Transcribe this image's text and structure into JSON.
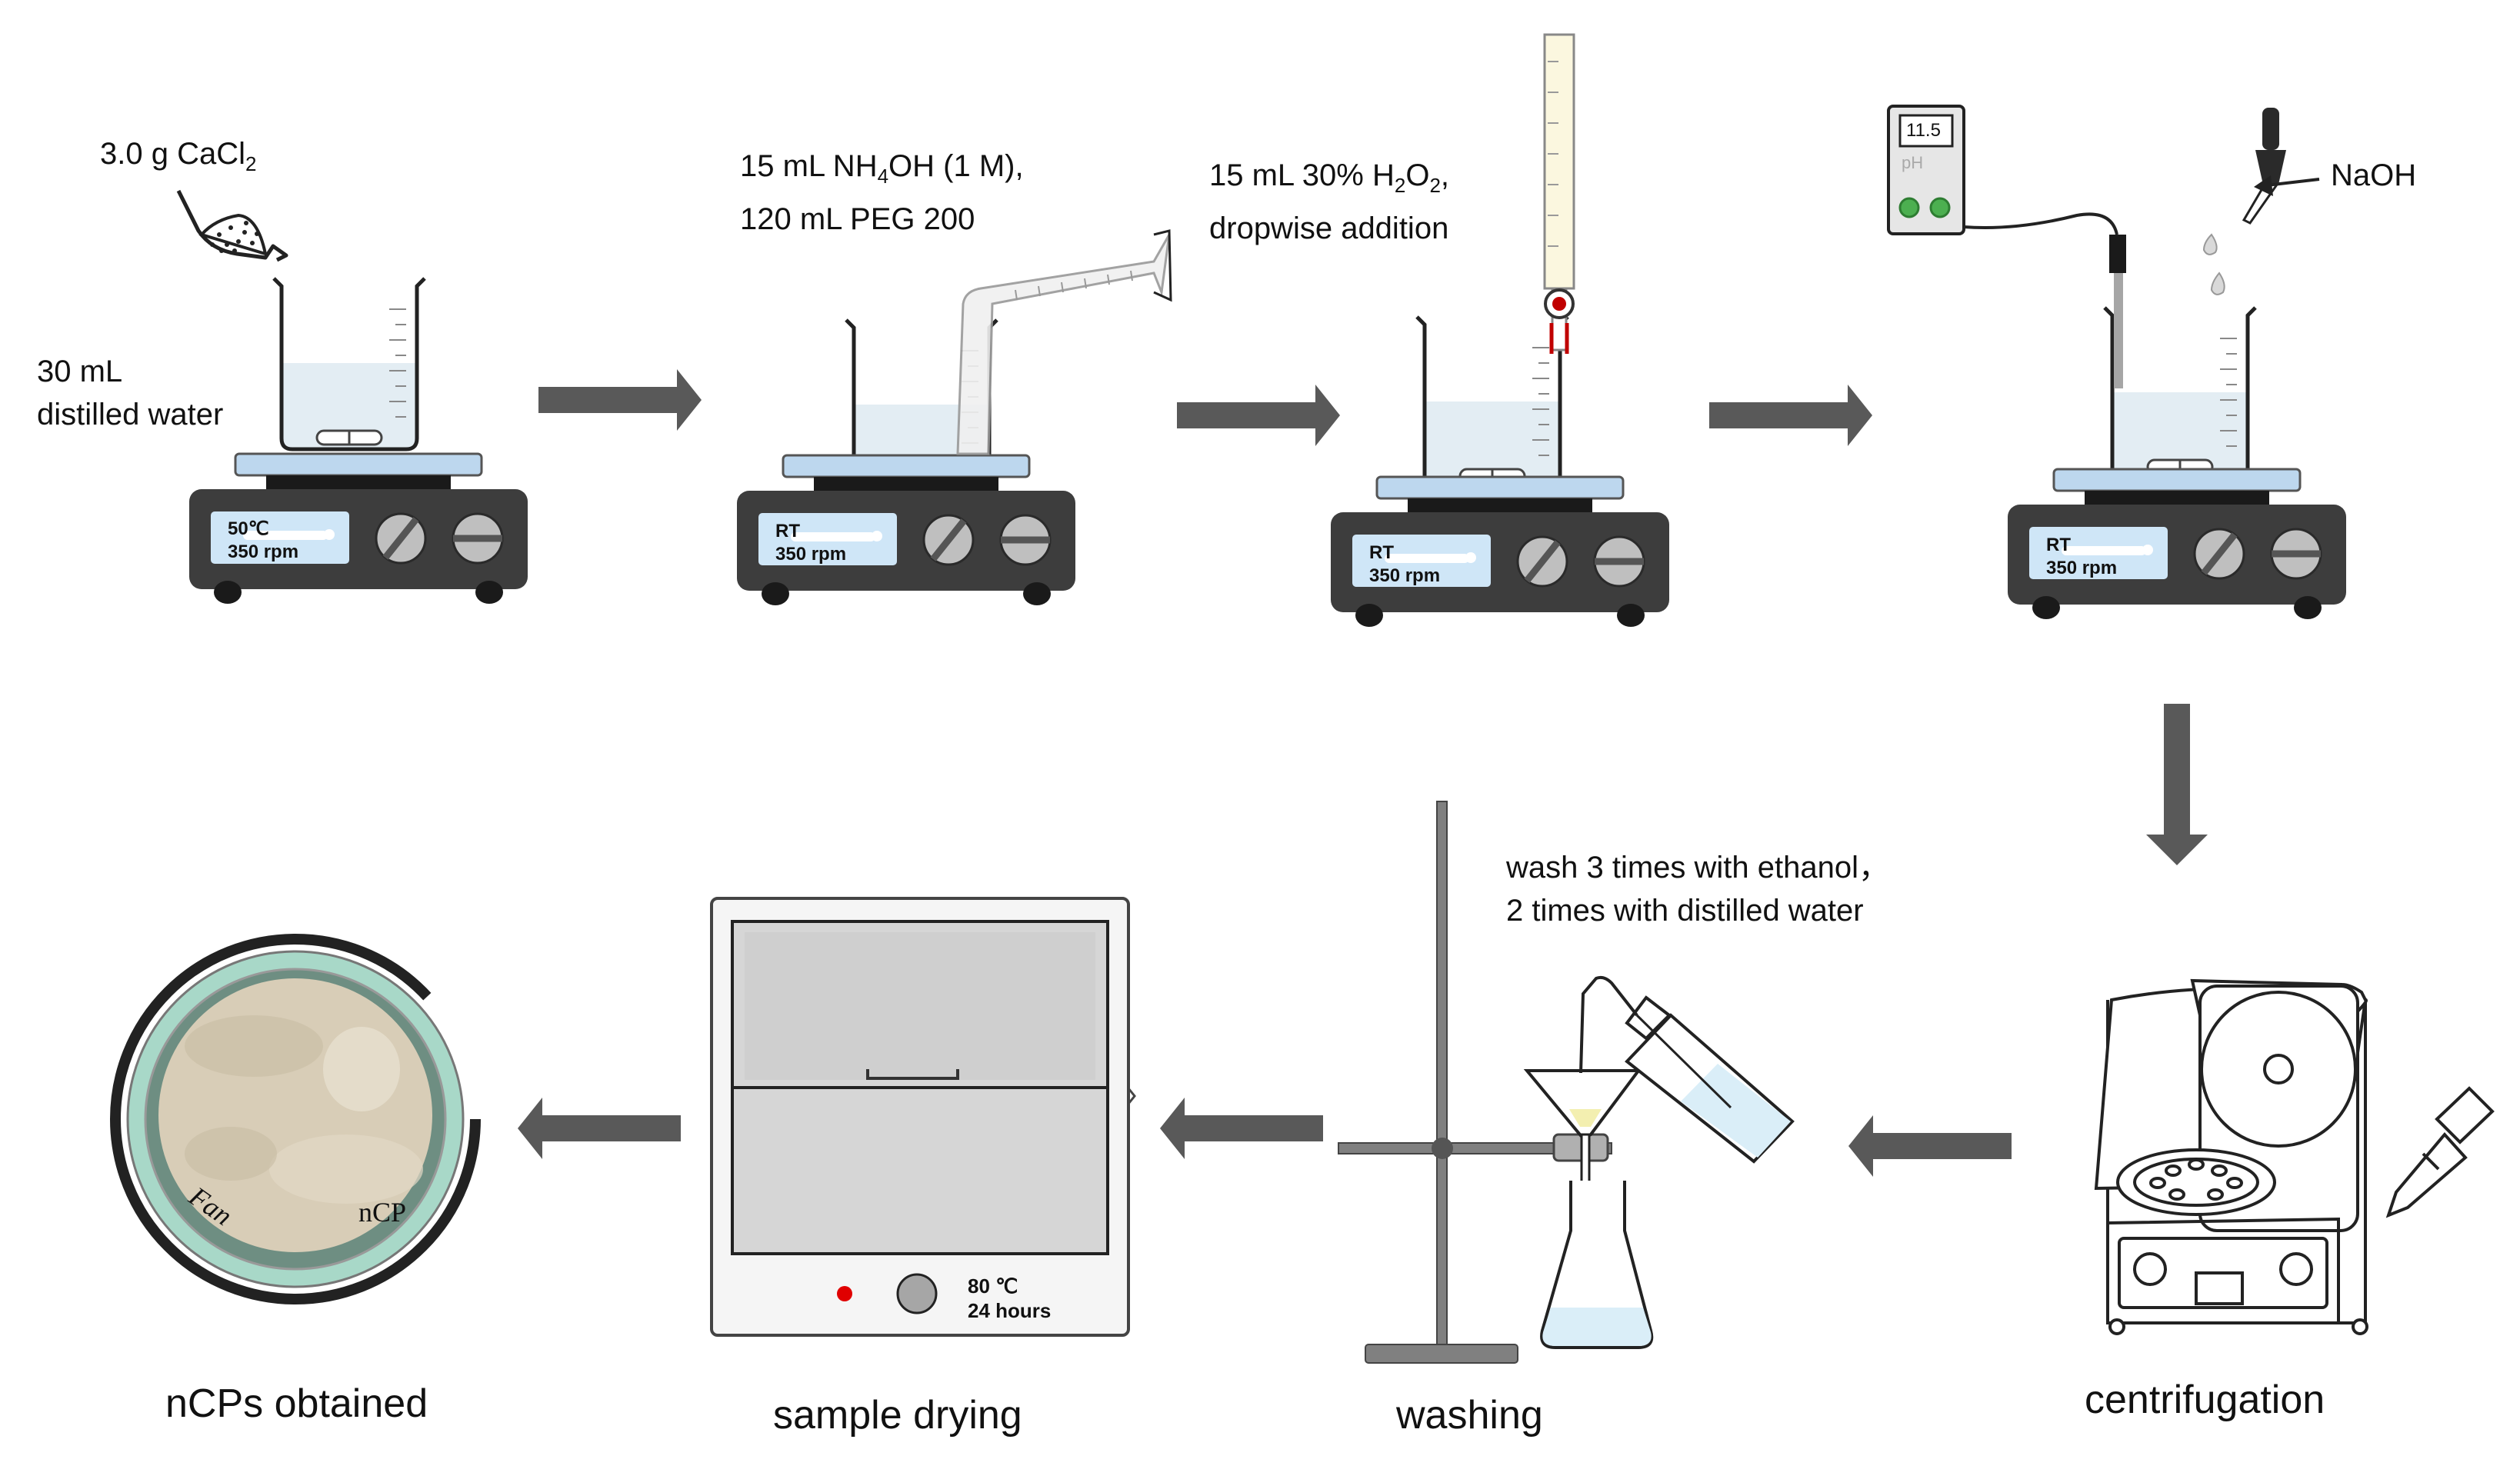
{
  "steps": {
    "step1": {
      "reagent_prefix": "3.0 g CaCl",
      "reagent_sub": "2",
      "water_line1": "30 mL",
      "water_line2": "distilled water",
      "display_temp": "50℃",
      "display_speed": "350 rpm"
    },
    "step2": {
      "line1_prefix": "15 mL  NH",
      "line1_sub": "4",
      "line1_suffix": "OH (1 M),",
      "line2": "120 mL PEG 200",
      "display_temp": "RT",
      "display_speed": "350 rpm"
    },
    "step3": {
      "line1_prefix": "15 mL 30% H",
      "line1_sub1": "2",
      "line1_mid": "O",
      "line1_sub2": "2",
      "line1_suffix": ",",
      "line2": "dropwise addition",
      "display_temp": "RT",
      "display_speed": "350 rpm"
    },
    "step4": {
      "ph_value": "11.5",
      "ph_label": "pH",
      "reagent": "NaOH",
      "display_temp": "RT",
      "display_speed": "350 rpm"
    },
    "centrifugation": {
      "caption": "centrifugation"
    },
    "washing": {
      "caption": "washing",
      "note_line1": "wash 3 times with ethanol，",
      "note_line2": "2 times with distilled water"
    },
    "drying": {
      "caption": "sample drying",
      "temp": "80 ℃",
      "time": "24 hours"
    },
    "product": {
      "caption": "nCPs obtained",
      "dish_text1": "Fan",
      "dish_text2": "nCP"
    }
  },
  "colors": {
    "arrow": "#595959",
    "plate_body": "#3d3d3d",
    "plate_top": "#bdd7ee",
    "display": "#cfe6f7",
    "liquid": "#dbe7ee",
    "powder": "#d8cdb7",
    "dish_rim": "#a8d8c8",
    "ph_led": "#4caf50",
    "drip": "#c00000",
    "washing_liquid": "#f3efb0"
  },
  "icons": [
    "hotplate-stirrer-icon",
    "beaker-icon",
    "scoop-icon",
    "graduated-cylinder-icon",
    "burette-icon",
    "ph-meter-icon",
    "dropper-icon",
    "centrifuge-icon",
    "centrifuge-tube-icon",
    "retort-stand-icon",
    "funnel-icon",
    "flask-icon",
    "wash-bottle-icon",
    "drying-oven-icon",
    "petri-dish-icon",
    "arrow-icon"
  ]
}
